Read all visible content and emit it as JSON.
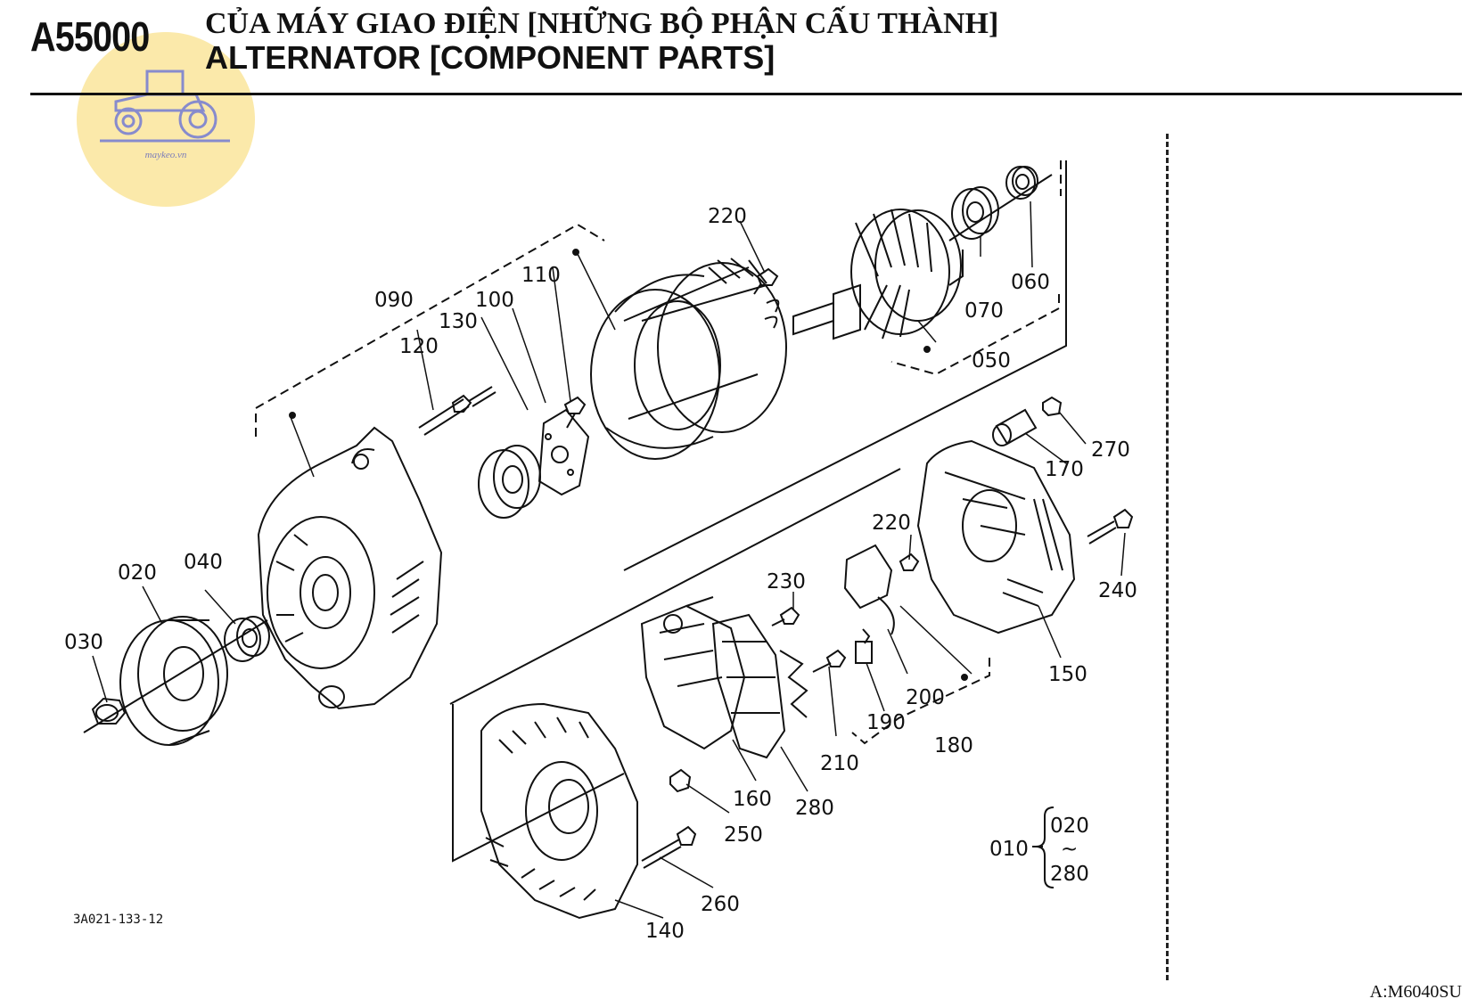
{
  "header": {
    "code": "A55000",
    "title_vi": "CỦA MÁY GIAO ĐIỆN [NHỮNG BỘ PHẬN CẤU THÀNH]",
    "title_en": "ALTERNATOR [COMPONENT PARTS]"
  },
  "watermark": {
    "text": "maykeo.vn",
    "color": "#fbe7a1"
  },
  "parts": [
    "020",
    "030",
    "040",
    "050",
    "060",
    "070",
    "090",
    "100",
    "110",
    "120",
    "130",
    "140",
    "150",
    "160",
    "170",
    "180",
    "190",
    "200",
    "210",
    "220",
    "230",
    "240",
    "250",
    "260",
    "270",
    "280"
  ],
  "labels": {
    "p220a": "220",
    "p090": "090",
    "p110": "110",
    "p100": "100",
    "p130": "130",
    "p120": "120",
    "p060": "060",
    "p070": "070",
    "p050": "050",
    "p270": "270",
    "p170": "170",
    "p220b": "220",
    "p240": "240",
    "p230": "230",
    "p020": "020",
    "p040": "040",
    "p030": "030",
    "p150": "150",
    "p200": "200",
    "p190": "190",
    "p180": "180",
    "p210": "210",
    "p160": "160",
    "p280": "280",
    "p250": "250",
    "p260": "260",
    "p140": "140"
  },
  "assembly": {
    "code": "010",
    "range_start": "020",
    "tilde": "~",
    "range_end": "280"
  },
  "footer": {
    "drawing_id": "3A021-133-12",
    "model": "A:M6040SU"
  }
}
